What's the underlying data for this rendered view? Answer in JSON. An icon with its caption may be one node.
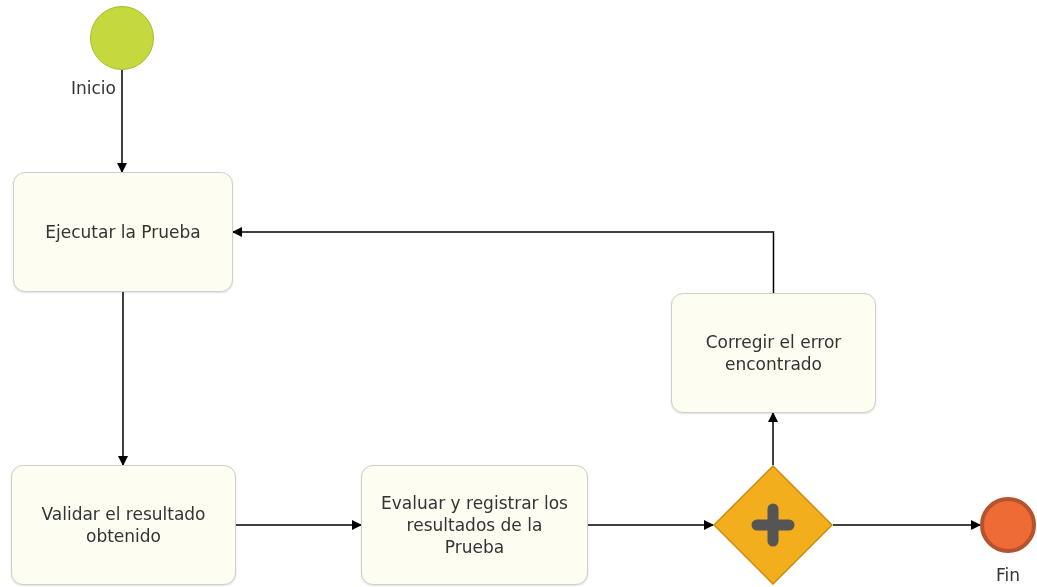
{
  "diagram": {
    "nodes": [
      {
        "text": [],
        "shape": "circle",
        "beside": [
          "Inicio"
        ]
      },
      {
        "text": [
          "Ejecutar la Prueba"
        ]
      },
      {
        "text": [
          "Validar el resultado obtenido"
        ]
      },
      {
        "text": [
          "Evaluar y registrar los resultados de la Prueba"
        ]
      },
      {
        "text": [],
        "shape": "diamond"
      },
      {
        "text": [
          "Corregir el error encontrado"
        ]
      },
      {
        "text": [],
        "shape": "circle",
        "beside": [
          "Fin"
        ]
      }
    ],
    "edges": [
      {
        "from": 0,
        "to": 1,
        "arrow": "to"
      },
      {
        "from": 1,
        "to": 2,
        "arrow": "to"
      },
      {
        "from": 2,
        "to": 3,
        "arrow": "to"
      },
      {
        "from": 3,
        "to": 4,
        "arrow": "to"
      },
      {
        "from": 4,
        "to": 5,
        "arrow": "to"
      },
      {
        "from": 5,
        "to": 1,
        "arrow": "to"
      },
      {
        "from": 4,
        "to": 6,
        "arrow": "to"
      }
    ]
  }
}
